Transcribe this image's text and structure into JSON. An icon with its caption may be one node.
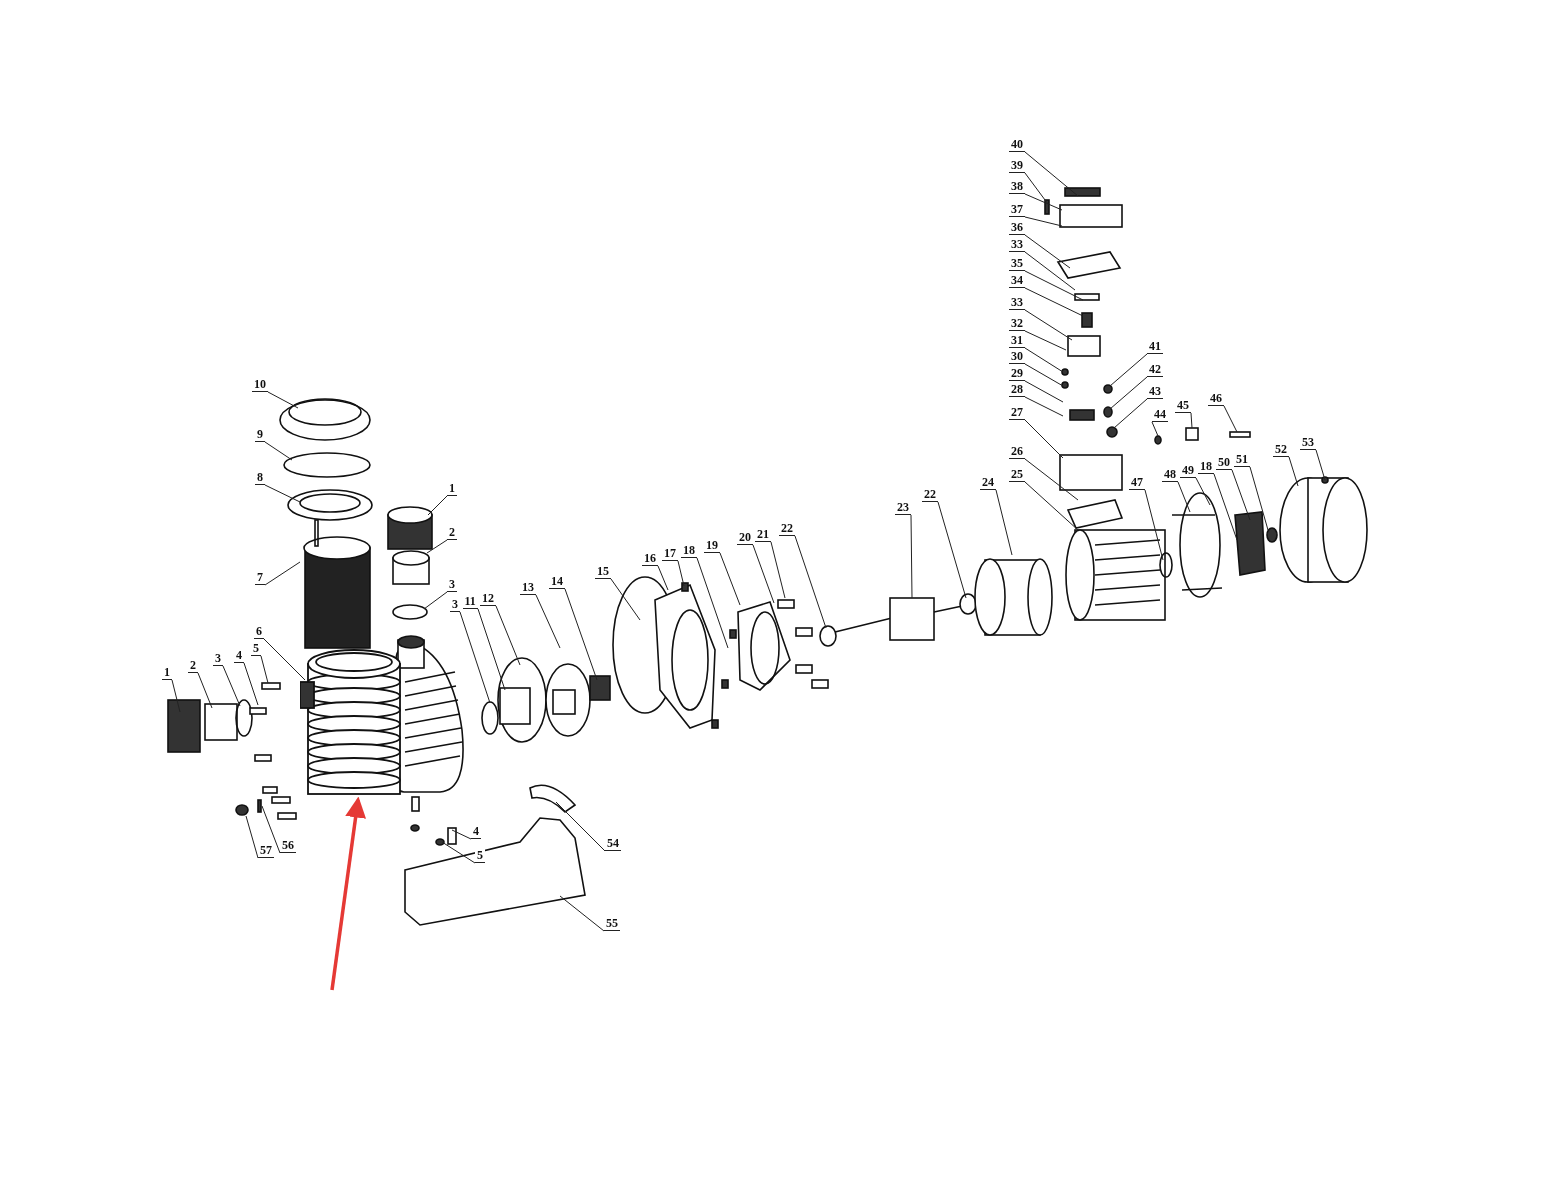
{
  "diagram": {
    "nodes": [
      {
        "text": [
          "1"
        ]
      },
      {
        "text": [
          "2"
        ]
      },
      {
        "text": [
          "3"
        ]
      },
      {
        "text": [
          "4"
        ]
      },
      {
        "text": [
          "5"
        ]
      },
      {
        "text": [
          "6"
        ]
      },
      {
        "text": [
          "7"
        ]
      },
      {
        "text": [
          "8"
        ]
      },
      {
        "text": [
          "9"
        ]
      },
      {
        "text": [
          "10"
        ]
      },
      {
        "text": [
          "1"
        ]
      },
      {
        "text": [
          "2"
        ]
      },
      {
        "text": [
          "3"
        ]
      },
      {
        "text": [
          "3"
        ]
      },
      {
        "text": [
          "11"
        ]
      },
      {
        "text": [
          "12"
        ]
      },
      {
        "text": [
          "13"
        ]
      },
      {
        "text": [
          "14"
        ]
      },
      {
        "text": [
          "15"
        ]
      },
      {
        "text": [
          "16"
        ]
      },
      {
        "text": [
          "17"
        ]
      },
      {
        "text": [
          "18"
        ]
      },
      {
        "text": [
          "19"
        ]
      },
      {
        "text": [
          "20"
        ]
      },
      {
        "text": [
          "21"
        ]
      },
      {
        "text": [
          "22"
        ]
      },
      {
        "text": [
          "23"
        ]
      },
      {
        "text": [
          "22"
        ]
      },
      {
        "text": [
          "24"
        ]
      },
      {
        "text": [
          "25"
        ]
      },
      {
        "text": [
          "26"
        ]
      },
      {
        "text": [
          "27"
        ]
      },
      {
        "text": [
          "28"
        ]
      },
      {
        "text": [
          "29"
        ]
      },
      {
        "text": [
          "30"
        ]
      },
      {
        "text": [
          "31"
        ]
      },
      {
        "text": [
          "32"
        ]
      },
      {
        "text": [
          "33"
        ]
      },
      {
        "text": [
          "34"
        ]
      },
      {
        "text": [
          "35"
        ]
      },
      {
        "text": [
          "33"
        ]
      },
      {
        "text": [
          "36"
        ]
      },
      {
        "text": [
          "37"
        ]
      },
      {
        "text": [
          "38"
        ]
      },
      {
        "text": [
          "39"
        ]
      },
      {
        "text": [
          "40"
        ]
      },
      {
        "text": [
          "41"
        ]
      },
      {
        "text": [
          "42"
        ]
      },
      {
        "text": [
          "43"
        ]
      },
      {
        "text": [
          "44"
        ]
      },
      {
        "text": [
          "45"
        ]
      },
      {
        "text": [
          "46"
        ]
      },
      {
        "text": [
          "47"
        ]
      },
      {
        "text": [
          "48"
        ]
      },
      {
        "text": [
          "49"
        ]
      },
      {
        "text": [
          "18"
        ]
      },
      {
        "text": [
          "50"
        ]
      },
      {
        "text": [
          "51"
        ]
      },
      {
        "text": [
          "52"
        ]
      },
      {
        "text": [
          "53"
        ]
      },
      {
        "text": [
          "54"
        ]
      },
      {
        "text": [
          "55"
        ]
      },
      {
        "text": [
          "4"
        ]
      },
      {
        "text": [
          "5"
        ]
      },
      {
        "text": [
          "56"
        ]
      },
      {
        "text": [
          "57"
        ]
      },
      {
        "text": [],
        "shape": "picture"
      }
    ],
    "edges": [
      {
        "from": 0,
        "to": null,
        "arrow": "none"
      },
      {
        "from": 1,
        "to": null,
        "arrow": "none"
      },
      {
        "from": 2,
        "to": null,
        "arrow": "none"
      },
      {
        "from": 3,
        "to": null,
        "arrow": "none"
      },
      {
        "from": 4,
        "to": null,
        "arrow": "none"
      },
      {
        "from": 5,
        "to": 66,
        "arrow": "none"
      },
      {
        "from": 6,
        "to": null,
        "arrow": "none"
      },
      {
        "from": 7,
        "to": null,
        "arrow": "none"
      },
      {
        "from": 8,
        "to": null,
        "arrow": "none"
      },
      {
        "from": 9,
        "to": null,
        "arrow": "none"
      },
      {
        "from": 10,
        "to": null,
        "arrow": "none"
      },
      {
        "from": 11,
        "to": null,
        "arrow": "none"
      },
      {
        "from": 12,
        "to": null,
        "arrow": "none"
      },
      {
        "from": 13,
        "to": null,
        "arrow": "none"
      },
      {
        "from": 14,
        "to": null,
        "arrow": "none"
      },
      {
        "from": 15,
        "to": null,
        "arrow": "none"
      },
      {
        "from": 16,
        "to": null,
        "arrow": "none"
      },
      {
        "from": 17,
        "to": null,
        "arrow": "none"
      },
      {
        "from": 18,
        "to": null,
        "arrow": "none"
      },
      {
        "from": 19,
        "to": null,
        "arrow": "none"
      },
      {
        "from": 20,
        "to": null,
        "arrow": "none"
      },
      {
        "from": 21,
        "to": null,
        "arrow": "none"
      },
      {
        "from": 22,
        "to": null,
        "arrow": "none"
      },
      {
        "from": 23,
        "to": null,
        "arrow": "none"
      },
      {
        "from": 24,
        "to": null,
        "arrow": "none"
      },
      {
        "from": 25,
        "to": null,
        "arrow": "none"
      },
      {
        "from": 26,
        "to": null,
        "arrow": "none"
      },
      {
        "from": 27,
        "to": null,
        "arrow": "none"
      },
      {
        "from": 28,
        "to": null,
        "arrow": "none"
      },
      {
        "from": 29,
        "to": null,
        "arrow": "none"
      },
      {
        "from": 30,
        "to": null,
        "arrow": "none"
      },
      {
        "from": 31,
        "to": null,
        "arrow": "none"
      },
      {
        "from": 32,
        "to": null,
        "arrow": "none"
      },
      {
        "from": 33,
        "to": null,
        "arrow": "none"
      },
      {
        "from": 34,
        "to": null,
        "arrow": "none"
      },
      {
        "from": 35,
        "to": null,
        "arrow": "none"
      },
      {
        "from": 36,
        "to": null,
        "arrow": "none"
      },
      {
        "from": 37,
        "to": null,
        "arrow": "none"
      },
      {
        "from": 38,
        "to": null,
        "arrow": "none"
      },
      {
        "from": 39,
        "to": null,
        "arrow": "none"
      },
      {
        "from": 40,
        "to": null,
        "arrow": "none"
      },
      {
        "from": 41,
        "to": null,
        "arrow": "none"
      },
      {
        "from": 42,
        "to": null,
        "arrow": "none"
      },
      {
        "from": 43,
        "to": null,
        "arrow": "none"
      },
      {
        "from": 44,
        "to": null,
        "arrow": "none"
      },
      {
        "from": 45,
        "to": null,
        "arrow": "none"
      },
      {
        "from": 46,
        "to": null,
        "arrow": "none"
      },
      {
        "from": 47,
        "to": null,
        "arrow": "none"
      },
      {
        "from": 48,
        "to": null,
        "arrow": "none"
      },
      {
        "from": 49,
        "to": null,
        "arrow": "none"
      },
      {
        "from": 50,
        "to": null,
        "arrow": "none"
      },
      {
        "from": 51,
        "to": null,
        "arrow": "none"
      },
      {
        "from": 52,
        "to": null,
        "arrow": "none"
      },
      {
        "from": 53,
        "to": null,
        "arrow": "none"
      },
      {
        "from": 54,
        "to": null,
        "arrow": "none"
      },
      {
        "from": 55,
        "to": null,
        "arrow": "none"
      },
      {
        "from": 56,
        "to": null,
        "arrow": "none"
      },
      {
        "from": 57,
        "to": null,
        "arrow": "none"
      },
      {
        "from": 58,
        "to": null,
        "arrow": "none"
      },
      {
        "from": 59,
        "to": null,
        "arrow": "none"
      },
      {
        "from": 60,
        "to": null,
        "arrow": "none"
      },
      {
        "from": 61,
        "to": null,
        "arrow": "none"
      },
      {
        "from": 62,
        "to": null,
        "arrow": "none"
      },
      {
        "from": 63,
        "to": null,
        "arrow": "none"
      },
      {
        "from": 64,
        "to": null,
        "arrow": "none"
      },
      {
        "from": 65,
        "to": null,
        "arrow": "none"
      },
      {
        "from": null,
        "to": 66,
        "arrow": "to",
        "style": "thick",
        "color": "#e53935"
      }
    ]
  }
}
